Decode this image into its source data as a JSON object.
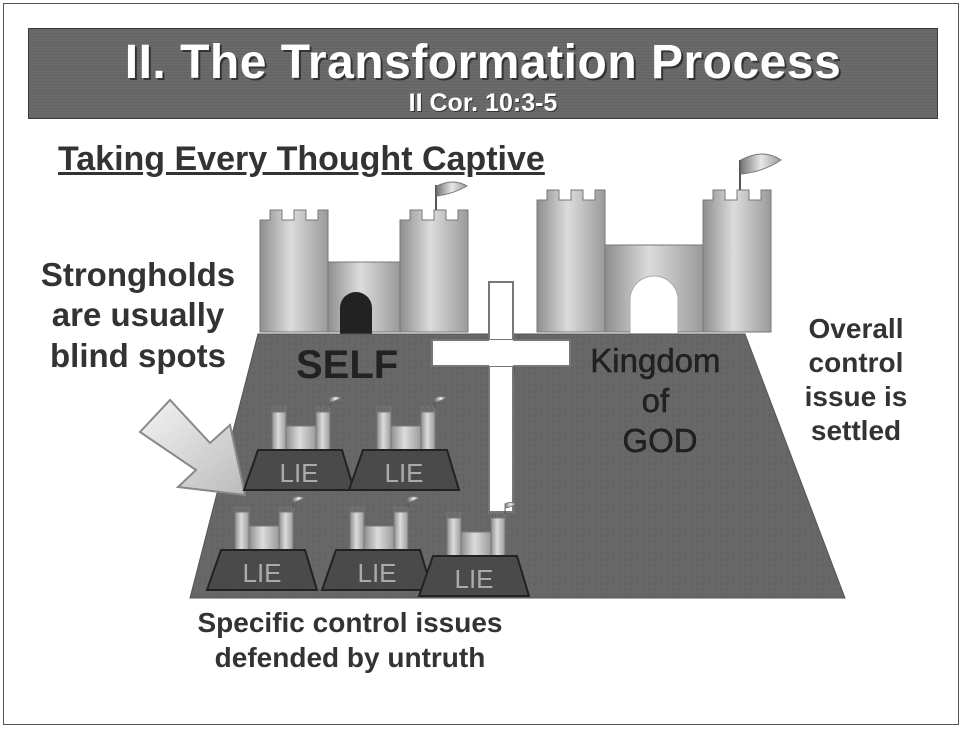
{
  "slide": {
    "title": "II. The Transformation Process",
    "subtitle": "II Cor. 10:3-5",
    "heading": "Taking Every Thought Captive",
    "left_note": "Strongholds are usually blind spots",
    "right_note": "Overall control issue is settled",
    "bottom_note": "Specific control issues defended by untruth",
    "self_label": "SELF",
    "kingdom_label": "Kingdom of GOD",
    "lie_label": "LIE"
  },
  "colors": {
    "title_bg": "#6a6a6a",
    "mountain": "#666666",
    "castle_stone": "#c4c4c4",
    "lie_label": "#aaaaaa",
    "cross": "#ffffff"
  },
  "icons": [
    "castle-icon",
    "flag-icon",
    "cross-icon",
    "arrow-icon"
  ]
}
